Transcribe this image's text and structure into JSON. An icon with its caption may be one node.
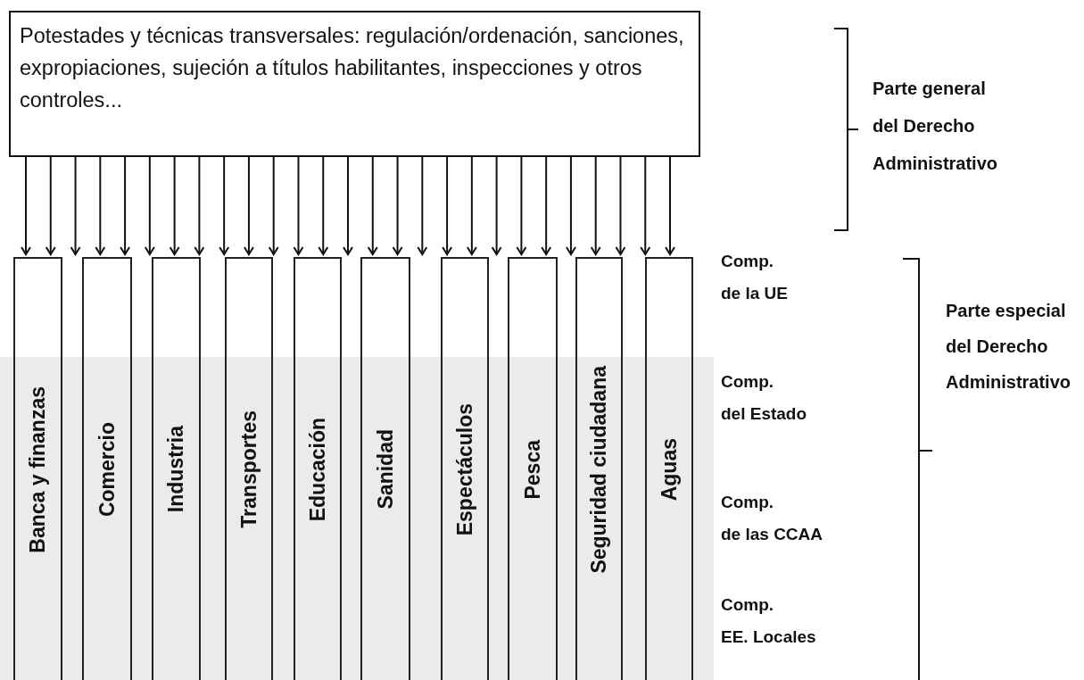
{
  "diagram": {
    "nodes": [
      {
        "text": [
          "Potestades y técnicas transversales: regulación/ordenación, sanciones, expropiaciones, sujeción a títulos habilitantes, inspecciones y otros controles..."
        ]
      },
      {
        "text": [
          "Banca y finanzas"
        ]
      },
      {
        "text": [
          "Comercio"
        ]
      },
      {
        "text": [
          "Industria"
        ]
      },
      {
        "text": [
          "Transportes"
        ]
      },
      {
        "text": [
          "Educación"
        ]
      },
      {
        "text": [
          "Sanidad"
        ]
      },
      {
        "text": [
          "Espectáculos"
        ]
      },
      {
        "text": [
          "Pesca"
        ]
      },
      {
        "text": [
          "Seguridad ciudadana"
        ]
      },
      {
        "text": [
          "Aguas"
        ]
      }
    ],
    "edges": [
      {
        "from": 0,
        "to": 1,
        "arrow": "to"
      },
      {
        "from": 0,
        "to": 1,
        "arrow": "to"
      },
      {
        "from": 0,
        "to": 2,
        "arrow": "to"
      },
      {
        "from": 0,
        "to": 2,
        "arrow": "to"
      },
      {
        "from": 0,
        "to": 2,
        "arrow": "to"
      },
      {
        "from": 0,
        "to": 3,
        "arrow": "to"
      },
      {
        "from": 0,
        "to": 3,
        "arrow": "to"
      },
      {
        "from": 0,
        "to": 3,
        "arrow": "to"
      },
      {
        "from": 0,
        "to": 4,
        "arrow": "to"
      },
      {
        "from": 0,
        "to": 4,
        "arrow": "to"
      },
      {
        "from": 0,
        "to": 4,
        "arrow": "to"
      },
      {
        "from": 0,
        "to": 5,
        "arrow": "to"
      },
      {
        "from": 0,
        "to": 5,
        "arrow": "to"
      },
      {
        "from": 0,
        "to": 5,
        "arrow": "to"
      },
      {
        "from": 0,
        "to": 6,
        "arrow": "to"
      },
      {
        "from": 0,
        "to": 6,
        "arrow": "to"
      },
      {
        "from": 0,
        "to": 6,
        "arrow": "to"
      },
      {
        "from": 0,
        "to": 7,
        "arrow": "to"
      },
      {
        "from": 0,
        "to": 7,
        "arrow": "to"
      },
      {
        "from": 0,
        "to": 7,
        "arrow": "to"
      },
      {
        "from": 0,
        "to": 8,
        "arrow": "to"
      },
      {
        "from": 0,
        "to": 8,
        "arrow": "to"
      },
      {
        "from": 0,
        "to": 9,
        "arrow": "to"
      },
      {
        "from": 0,
        "to": 9,
        "arrow": "to"
      },
      {
        "from": 0,
        "to": 9,
        "arrow": "to"
      },
      {
        "from": 0,
        "to": 10,
        "arrow": "to"
      },
      {
        "from": 0,
        "to": 10,
        "arrow": "to"
      }
    ],
    "labels": [
      "Parte general del Derecho Administrativo",
      "Comp. de la UE",
      "Comp. del Estado",
      "Comp. de las CCAA",
      "Comp. EE. Locales",
      "Parte especial del Derecho Administrativo"
    ]
  }
}
